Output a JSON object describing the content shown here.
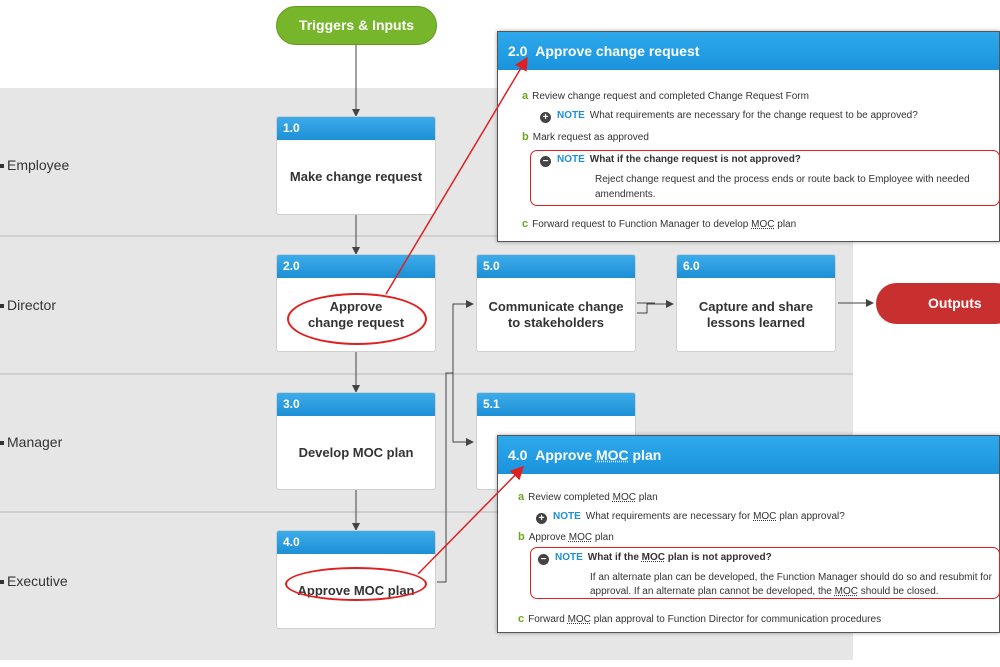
{
  "trigger": "Triggers & Inputs",
  "outputs": "Outputs",
  "lanes": [
    "Employee",
    "Director",
    "Manager",
    "Executive"
  ],
  "steps": [
    {
      "id": "1.0",
      "label": "Make change request"
    },
    {
      "id": "2.0",
      "label": "Approve change request"
    },
    {
      "id": "3.0",
      "label": "Develop MOC plan"
    },
    {
      "id": "4.0",
      "label": "Approve MOC plan"
    },
    {
      "id": "5.0",
      "label": "Communicate change to stakeholders"
    },
    {
      "id": "5.1",
      "label": ""
    },
    {
      "id": "6.0",
      "label": "Capture and share lessons learned"
    }
  ],
  "popup1": {
    "title_num": "2.0",
    "title": "Approve change request",
    "a_letter": "a",
    "a_text": "Review change request and completed Change Request Form",
    "note_label": "NOTE",
    "note1_text": "What requirements are necessary for the change request to be approved?",
    "b_letter": "b",
    "b_text": "Mark request as approved",
    "note2_title": "What if the change request is not approved?",
    "note2_line1": "Reject change request and the process ends or route back to Employee with needed",
    "note2_line2": "amendments.",
    "c_letter": "c",
    "c_text_pre": "Forward request to Function Manager to develop ",
    "c_text_u": "MOC",
    "c_text_post": " plan"
  },
  "popup2": {
    "title_num": "4.0",
    "title_pre": "Approve ",
    "title_u": "MOC",
    "title_post": " plan",
    "a_letter": "a",
    "a_text_pre": "Review completed ",
    "a_text_u": "MOC",
    "a_text_post": " plan",
    "note_label": "NOTE",
    "note1_pre": "What requirements are necessary for ",
    "note1_u": "MOC",
    "note1_post": " plan approval?",
    "b_letter": "b",
    "b_text_pre": "Approve ",
    "b_text_u": "MOC",
    "b_text_post": " plan",
    "note2_pre": "What if the ",
    "note2_u": "MOC",
    "note2_post": " plan is not approved?",
    "note2_line1": "If an alternate plan can be developed, the Function Manager should do so and resubmit for",
    "note2_line2_pre": "approval. If an alternate plan cannot be developed, the ",
    "note2_line2_u": "MOC",
    "note2_line2_post": " should be closed.",
    "c_letter": "c",
    "c_text_pre": "Forward ",
    "c_text_u": "MOC",
    "c_text_post": " plan approval to Function Director for communication procedures"
  },
  "colors": {
    "trigger": "#77b52a",
    "outputs": "#c8302f",
    "step_header": "#1d8fd6",
    "highlight": "#e02020",
    "lane_bg": "#e6e6e6"
  }
}
